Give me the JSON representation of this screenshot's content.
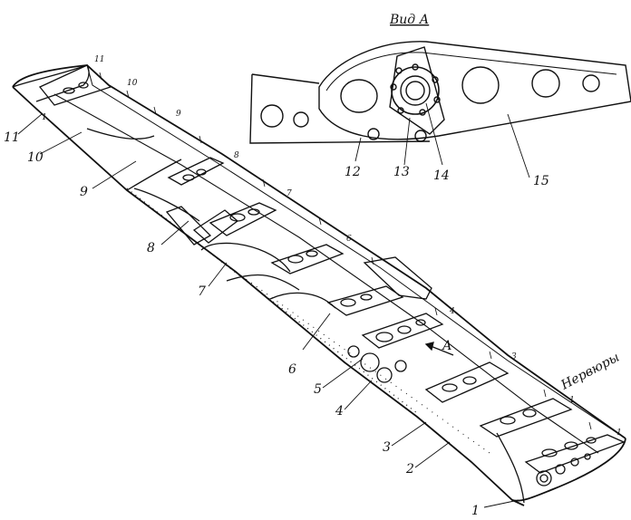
{
  "view_title": "Вид А",
  "ribs_caption": "Нервюры",
  "arrow_label": "А",
  "callouts": {
    "c1": "1",
    "c2": "2",
    "c3": "3",
    "c4": "4",
    "c5": "5",
    "c6": "6",
    "c7": "7",
    "c8": "8",
    "c9": "9",
    "c10": "10",
    "c11": "11",
    "c12": "12",
    "c13": "13",
    "c14": "14",
    "c15": "15"
  },
  "rib_numbers": {
    "r1a": "1",
    "r1b": "1",
    "r1c": "1",
    "r3": "3",
    "r4": "4",
    "r6": "6",
    "r7": "7",
    "r8": "8",
    "r9": "9",
    "r10": "10",
    "r11": "11"
  }
}
